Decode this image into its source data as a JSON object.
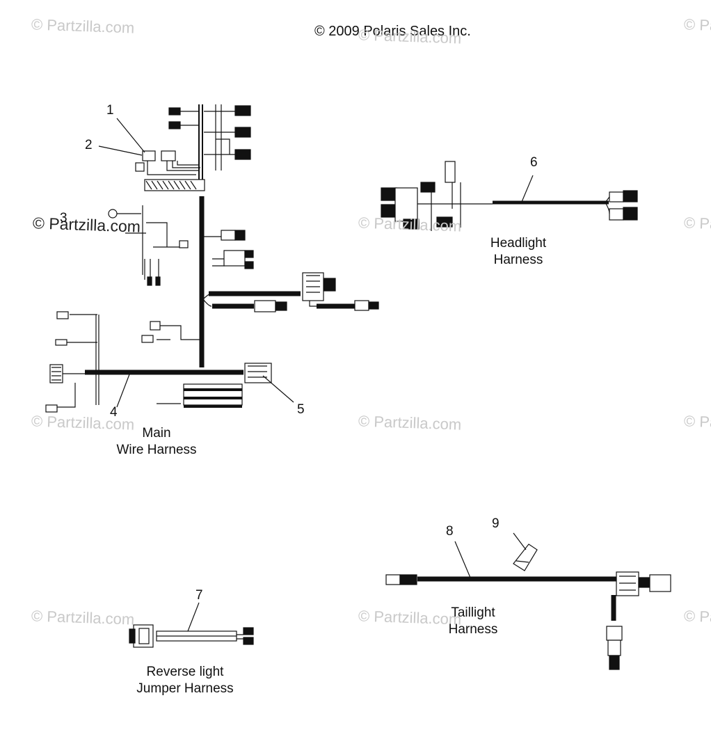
{
  "copyright": "© 2009 Polaris Sales Inc.",
  "watermark": "© Partzilla.com",
  "callouts": {
    "c1": "1",
    "c2": "2",
    "c3": "3",
    "c4": "4",
    "c5": "5",
    "c6": "6",
    "c7": "7",
    "c8": "8",
    "c9": "9"
  },
  "captions": {
    "main_1": "Main",
    "main_2": "Wire Harness",
    "headlight_1": "Headlight",
    "headlight_2": "Harness",
    "taillight_1": "Taillight",
    "taillight_2": "Harness",
    "reverse_1": "Reverse light",
    "reverse_2": "Jumper Harness"
  },
  "colors": {
    "line": "#111111",
    "watermark": "#c9c9c9",
    "background": "#ffffff"
  }
}
